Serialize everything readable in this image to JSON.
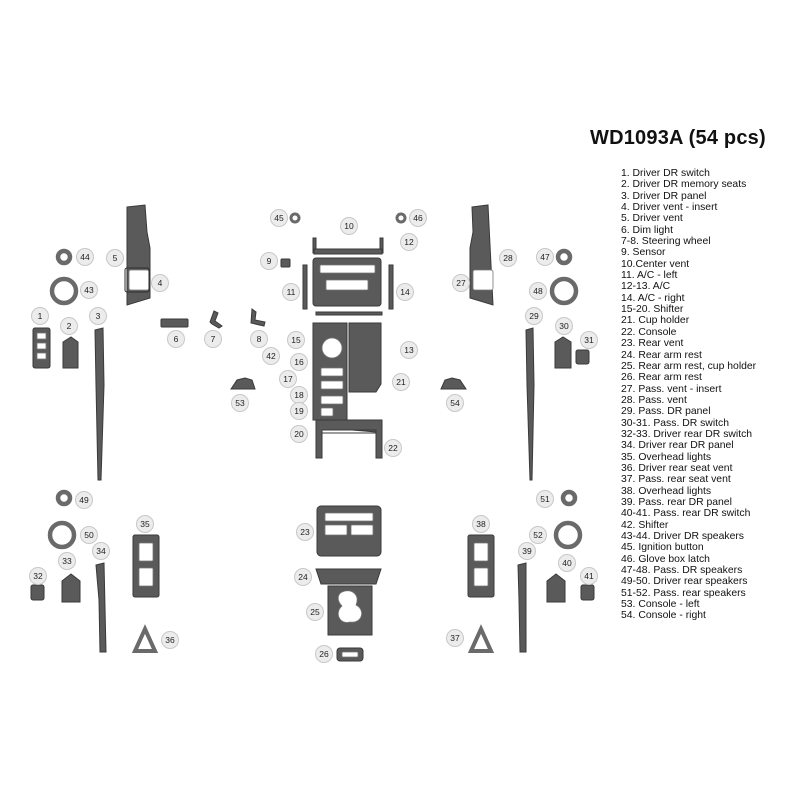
{
  "title": "WD1093A (54 pcs)",
  "legend": [
    "1. Driver DR switch",
    "2. Driver DR memory seats",
    "3. Driver DR panel",
    "4. Driver vent - insert",
    "5. Driver vent",
    "6. Dim light",
    "7-8. Steering wheel",
    "9. Sensor",
    "10.Center vent",
    "11. A/C - left",
    "12-13. A/C",
    "14. A/C - right",
    "15-20. Shifter",
    "21. Cup holder",
    "22. Console",
    "23. Rear vent",
    "24. Rear arm rest",
    "25. Rear arm rest, cup holder",
    "26. Rear arm rest",
    "27. Pass. vent - insert",
    "28. Pass. vent",
    "29. Pass. DR panel",
    "30-31. Pass. DR switch",
    "32-33. Driver rear DR switch",
    "34. Driver rear DR panel",
    "35. Overhead lights",
    "36. Driver rear seat vent",
    "37. Pass. rear seat vent",
    "38. Overhead lights",
    "39. Pass. rear DR panel",
    "40-41. Pass. rear DR switch",
    "42. Shifter",
    "43-44. Driver DR speakers",
    "45. Ignition button",
    "46. Glove box latch",
    "47-48. Pass. DR speakers",
    "49-50. Driver rear speakers",
    "51-52. Pass. rear speakers",
    "53. Console - left",
    "54. Console - right"
  ],
  "callouts": [
    "1",
    "2",
    "3",
    "4",
    "5",
    "6",
    "7",
    "8",
    "9",
    "10",
    "11",
    "12",
    "13",
    "14",
    "15",
    "16",
    "17",
    "18",
    "19",
    "20",
    "21",
    "22",
    "23",
    "24",
    "25",
    "26",
    "27",
    "28",
    "29",
    "30",
    "31",
    "32",
    "33",
    "34",
    "35",
    "36",
    "37",
    "38",
    "39",
    "40",
    "41",
    "42",
    "43",
    "44",
    "45",
    "46",
    "47",
    "48",
    "49",
    "50",
    "51",
    "52",
    "53",
    "54"
  ],
  "colors": {
    "part": "#5a5a5a",
    "callout_fill": "#ececec",
    "callout_stroke": "#c8c8c8"
  }
}
